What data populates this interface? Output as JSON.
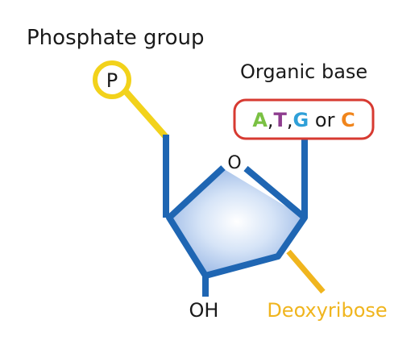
{
  "labels": {
    "phosphate_group": "Phosphate group",
    "phosphate_symbol": "P",
    "organic_base": "Organic base",
    "ring_oxygen": "O",
    "hydroxyl": "OH",
    "sugar": "Deoxyribose"
  },
  "bases": {
    "a": "A",
    "sep1": ",",
    "t": "T",
    "sep2": ",",
    "g": "G",
    "or": " or ",
    "c": "C"
  },
  "colors": {
    "backbone_blue": "#1f66b3",
    "phosphate_yellow": "#f2d21b",
    "sugar_label_yellow": "#f0b51e",
    "box_red": "#d73a31",
    "base_a_green": "#7ac143",
    "base_t_purple": "#8e3d8f",
    "base_g_blue": "#2fa0d8",
    "base_c_orange": "#f0851c"
  }
}
